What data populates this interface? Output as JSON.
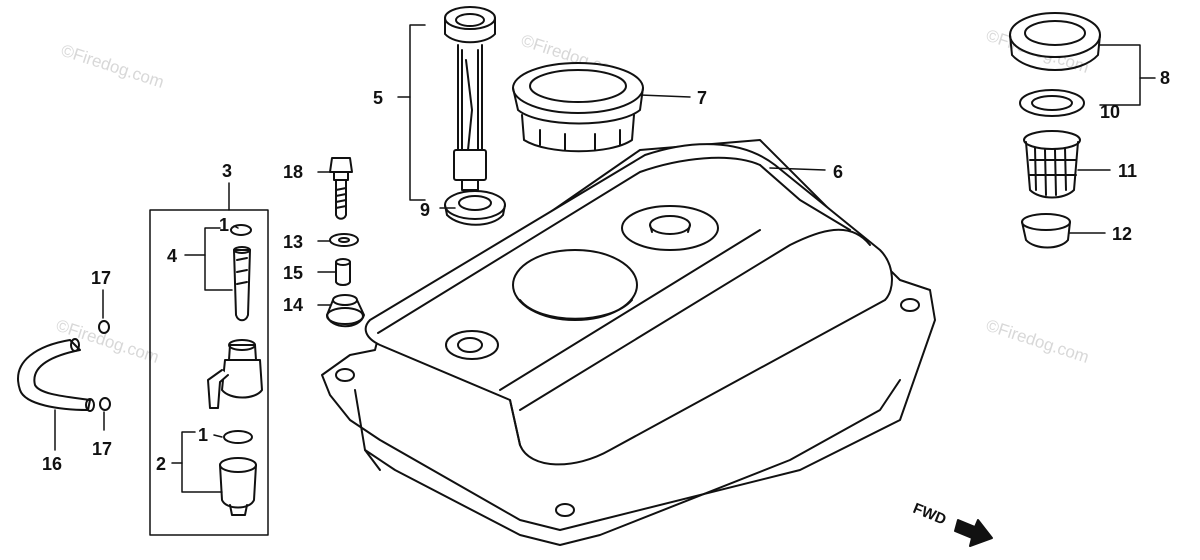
{
  "watermark": "©Firedog.com",
  "direction_label": "FWD",
  "labels": {
    "p1a": "1",
    "p1b": "1",
    "p2": "2",
    "p3": "3",
    "p4": "4",
    "p5": "5",
    "p6": "6",
    "p7": "7",
    "p8": "8",
    "p9": "9",
    "p10": "10",
    "p11": "11",
    "p12": "12",
    "p13": "13",
    "p14": "14",
    "p15": "15",
    "p16": "16",
    "p17a": "17",
    "p17b": "17",
    "p18": "18"
  }
}
